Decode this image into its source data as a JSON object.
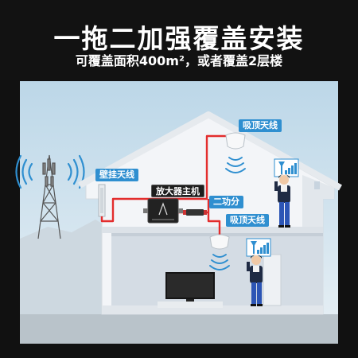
{
  "header": {
    "title": "一拖二加强覆盖安装",
    "subtitle": "可覆盖面积400m²，或者覆盖2层楼"
  },
  "labels": {
    "wall_antenna": "壁挂天线",
    "amplifier": "放大器主机",
    "splitter": "二功分",
    "ceiling_antenna_top": "吸顶天线",
    "ceiling_antenna_bottom": "吸顶天线"
  },
  "colors": {
    "background": "#111111",
    "cable": "#e32d2d",
    "label_blue": "#2f8fd0",
    "sky": "#cfe3ef",
    "house_wall": "#f4f6f9",
    "signal": "#2f8fd0"
  },
  "icons": [
    "signal-tower-icon",
    "signal-waves-icon",
    "signal-bars-icon",
    "person-icon",
    "tv-icon",
    "amplifier-device-icon",
    "ceiling-antenna-icon",
    "wall-antenna-icon"
  ]
}
